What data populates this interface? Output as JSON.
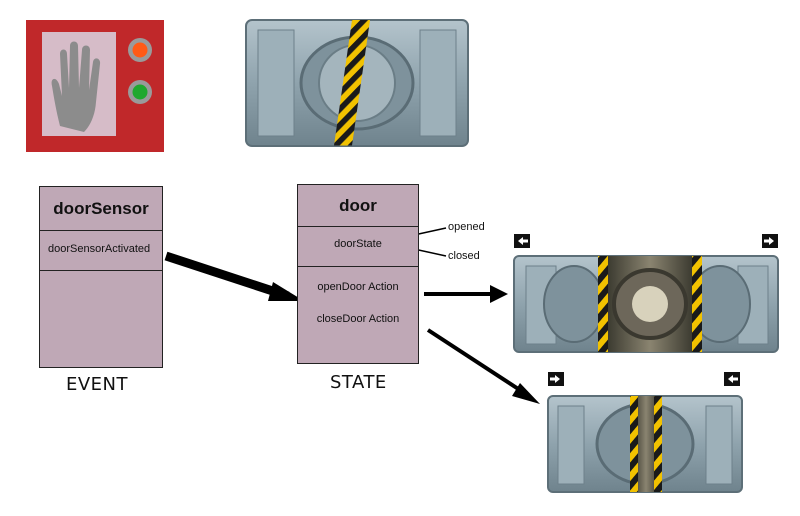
{
  "event_class": {
    "name": "doorSensor",
    "attribute": "doorSensorActivated",
    "caption": "EVENT"
  },
  "state_class": {
    "name": "door",
    "attribute": "doorState",
    "actions": [
      "openDoor Action",
      "closeDoor Action"
    ],
    "caption": "STATE",
    "state_values": [
      "opened",
      "closed"
    ]
  },
  "icons": {
    "sensor_panel": "hand-sensor-panel-icon",
    "door_closed": "closed-sci-fi-door-icon",
    "door_opening": "opening-sci-fi-door-icon",
    "door_closing": "closing-sci-fi-door-icon",
    "arrow_left": "arrow-left-icon",
    "arrow_right": "arrow-right-icon"
  },
  "colors": {
    "class_fill": "#bfa8b6",
    "sensor_red": "#c0282a",
    "door_steel": "#8fa3ad",
    "hazard_yellow": "#f2c200"
  }
}
